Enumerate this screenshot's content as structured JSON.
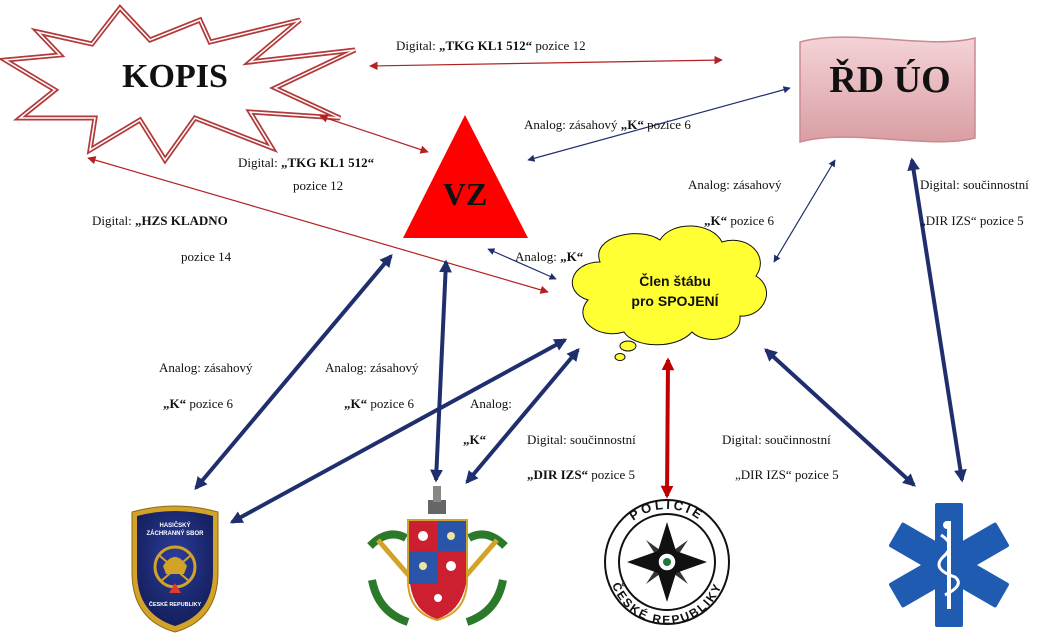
{
  "nodes": {
    "kopis": "KOPIS",
    "rd_uo": "ŘD ÚO",
    "vz": "VZ",
    "clen_line1": "Člen štábu",
    "clen_line2": "pro SPOJENÍ"
  },
  "labels": {
    "top": {
      "prefix": "Digital: ",
      "bold": "„TKG KL1 512“",
      "suffix": "  pozice 12"
    },
    "vz_rd": {
      "prefix": "Analog: zásahový  ",
      "bold": "„K“",
      "suffix": " pozice 6"
    },
    "kopis_vz_a": {
      "prefix": "Digital:  ",
      "bold": "„TKG KL1 512“",
      "suffix": ""
    },
    "kopis_vz_b": "pozice 12",
    "kopis_clen_a": {
      "prefix": "Digital:  ",
      "bold": "„HZS KLADNO",
      "suffix": ""
    },
    "kopis_clen_b": "pozice 14",
    "rd_clen_a": "Analog:  zásahový",
    "rd_clen_b": {
      "prefix": "",
      "bold": "„K“",
      "suffix": "  pozice 6"
    },
    "rd_zzs_a": "Digital:  součinnostní",
    "rd_zzs_b": "„DIR IZS“ pozice 5",
    "vz_clen": {
      "prefix": "Analog: ",
      "bold": "„K“",
      "suffix": ""
    },
    "hzs_a": "Analog: zásahový",
    "hzs_b": {
      "prefix": "",
      "bold": "„K“",
      "suffix": " pozice 6"
    },
    "sh_a": "Analog: zásahový",
    "sh_b": {
      "prefix": "",
      "bold": "„K“",
      "suffix": "  pozice 6"
    },
    "analog_c": "Analog:",
    "k_c": "„K“",
    "police_a": "Digital:  součinnostní",
    "police_b": {
      "prefix": "",
      "bold": "„DIR IZS“",
      "suffix": " pozice 5"
    },
    "zzs_a": "Digital:  součinnostní",
    "zzs_b": "„DIR IZS“ pozice 5"
  },
  "logos": {
    "hzs_line1": "HASIČSKÝ",
    "hzs_line2": "ZÁCHRANNÝ SBOR",
    "hzs_line3": "ČESKÉ REPUBLIKY",
    "police_top": "POLICIE",
    "police_bottom": "ČESKÉ REPUBLIKY"
  },
  "colors": {
    "red_arrow": "#b22222",
    "navy_arrow": "#1f2f6e",
    "bright_red": "#c00000",
    "triangle": "#ff0000",
    "cloud": "#ffff33",
    "banner": "#e8b8bc"
  }
}
